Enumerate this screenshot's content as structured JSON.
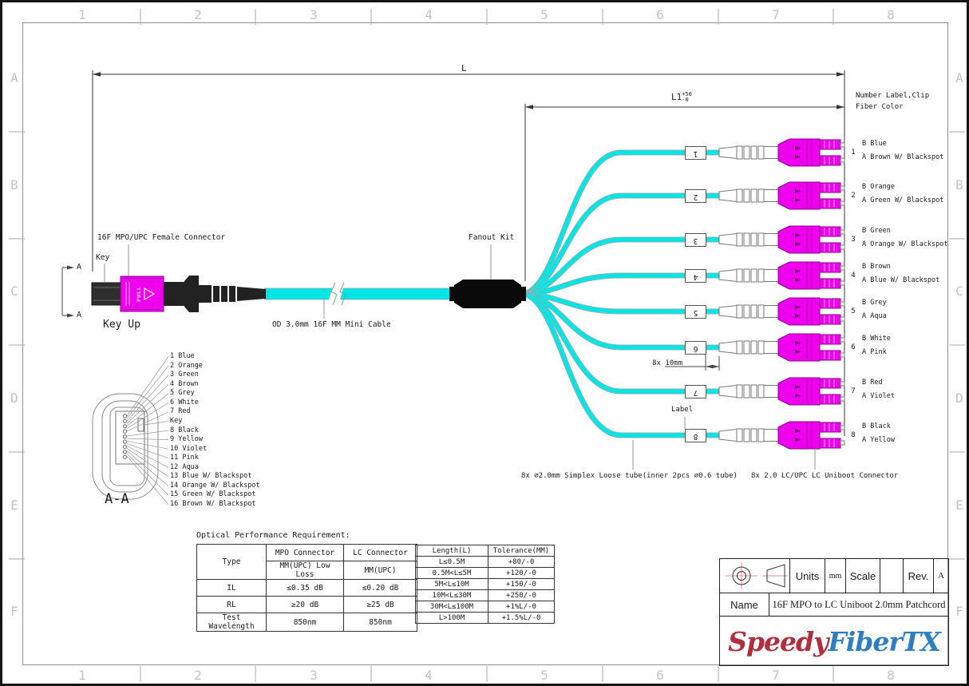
{
  "sheet": {
    "zone_columns": [
      "1",
      "2",
      "3",
      "4",
      "5",
      "6",
      "7",
      "8"
    ],
    "zone_rows": [
      "A",
      "B",
      "C",
      "D",
      "E",
      "F"
    ]
  },
  "dims": {
    "overall": "L",
    "breakout": "L1",
    "tol_plus": "+50",
    "tol_minus": "-0",
    "leg_pitch": "8x 10mm"
  },
  "callouts": {
    "mpo": "16F MPO/UPC Female Connector",
    "key": "Key",
    "key_up": "Key Up",
    "section": "A",
    "cable": "OD 3.0mm 16F MM Mini Cable",
    "fanout": "Fanout Kit",
    "clip_line1": "Number Label,Clip",
    "clip_line2": "Fiber Color",
    "label": "Label",
    "tube": "8x ∅2.0mm Simplex Loose tube(inner 2pcs ∅0.6 tube)",
    "lc": "8x 2.0 LC/UPC LC Uniboot Connector",
    "section_view": "A-A",
    "pull": "PULL"
  },
  "pinout": [
    "1 Blue",
    "2 Orange",
    "3 Green",
    "4 Brown",
    "5 Grey",
    "6 White",
    "7 Red",
    "Key",
    "8 Black",
    "9 Yellow",
    "10 Violet",
    "11 Pink",
    "12 Aqua",
    "13 Blue W/ Blackspot",
    "14 Orange W/ Blackspot",
    "15 Green W/ Blackspot",
    "16 Brown W/ Blackspot"
  ],
  "legs": [
    {
      "num": "1",
      "b": "B Blue",
      "a": "A Brown W/ Blackspot"
    },
    {
      "num": "2",
      "b": "B Orange",
      "a": "A Green W/ Blackspot"
    },
    {
      "num": "3",
      "b": "B Green",
      "a": "A Orange W/ Blackspot"
    },
    {
      "num": "4",
      "b": "B Brown",
      "a": "A Blue W/ Blackspot"
    },
    {
      "num": "5",
      "b": "B Grey",
      "a": "A Aqua"
    },
    {
      "num": "6",
      "b": "B White",
      "a": "A Pink"
    },
    {
      "num": "7",
      "b": "B Red",
      "a": "A Violet"
    },
    {
      "num": "8",
      "b": "B Black",
      "a": "A Yellow"
    }
  ],
  "optical": {
    "heading": "Optical Performance Requirement:",
    "type_header": "Type",
    "mpo_header": "MPO Connector",
    "mpo_subheader": "MM(UPC) Low Loss",
    "lc_header": "LC Connector",
    "lc_subheader": "MM(UPC)",
    "rows": [
      {
        "name": "IL",
        "mpo": "≤0.35 dB",
        "lc": "≤0.20 dB"
      },
      {
        "name": "RL",
        "mpo": "≥20 dB",
        "lc": "≥25 dB"
      },
      {
        "name": "Test Wavelength",
        "mpo": "850nm",
        "lc": "850nm"
      }
    ]
  },
  "tolerance": {
    "length_header": "Length(L)",
    "tol_header": "Tolerance(MM)",
    "rows": [
      [
        "L≤0.5M",
        "+80/-0"
      ],
      [
        "0.5M<L≤5M",
        "+120/-0"
      ],
      [
        "5M<L≤10M",
        "+150/-0"
      ],
      [
        "10M<L≤30M",
        "+250/-0"
      ],
      [
        "30M<L≤100M",
        "+1%L/-0"
      ],
      [
        "L>100M",
        "+1.5%L/-0"
      ]
    ]
  },
  "title_block": {
    "units_label": "Units",
    "units_value": "mm",
    "scale_label": "Scale",
    "rev_label": "Rev.",
    "rev_value": "A",
    "name_label": "Name",
    "name_value": "16F MPO to LC Uniboot 2.0mm Patchcord",
    "logo_part1": "Speedy",
    "logo_part2": "FiberTX"
  },
  "colors": {
    "cable_aqua": "#00E5E5",
    "connector_magenta": "#EE00EE",
    "logo_red": "#B22D3E",
    "logo_blue": "#2D7FC1",
    "crosshair_red": "#ED8E8E"
  }
}
